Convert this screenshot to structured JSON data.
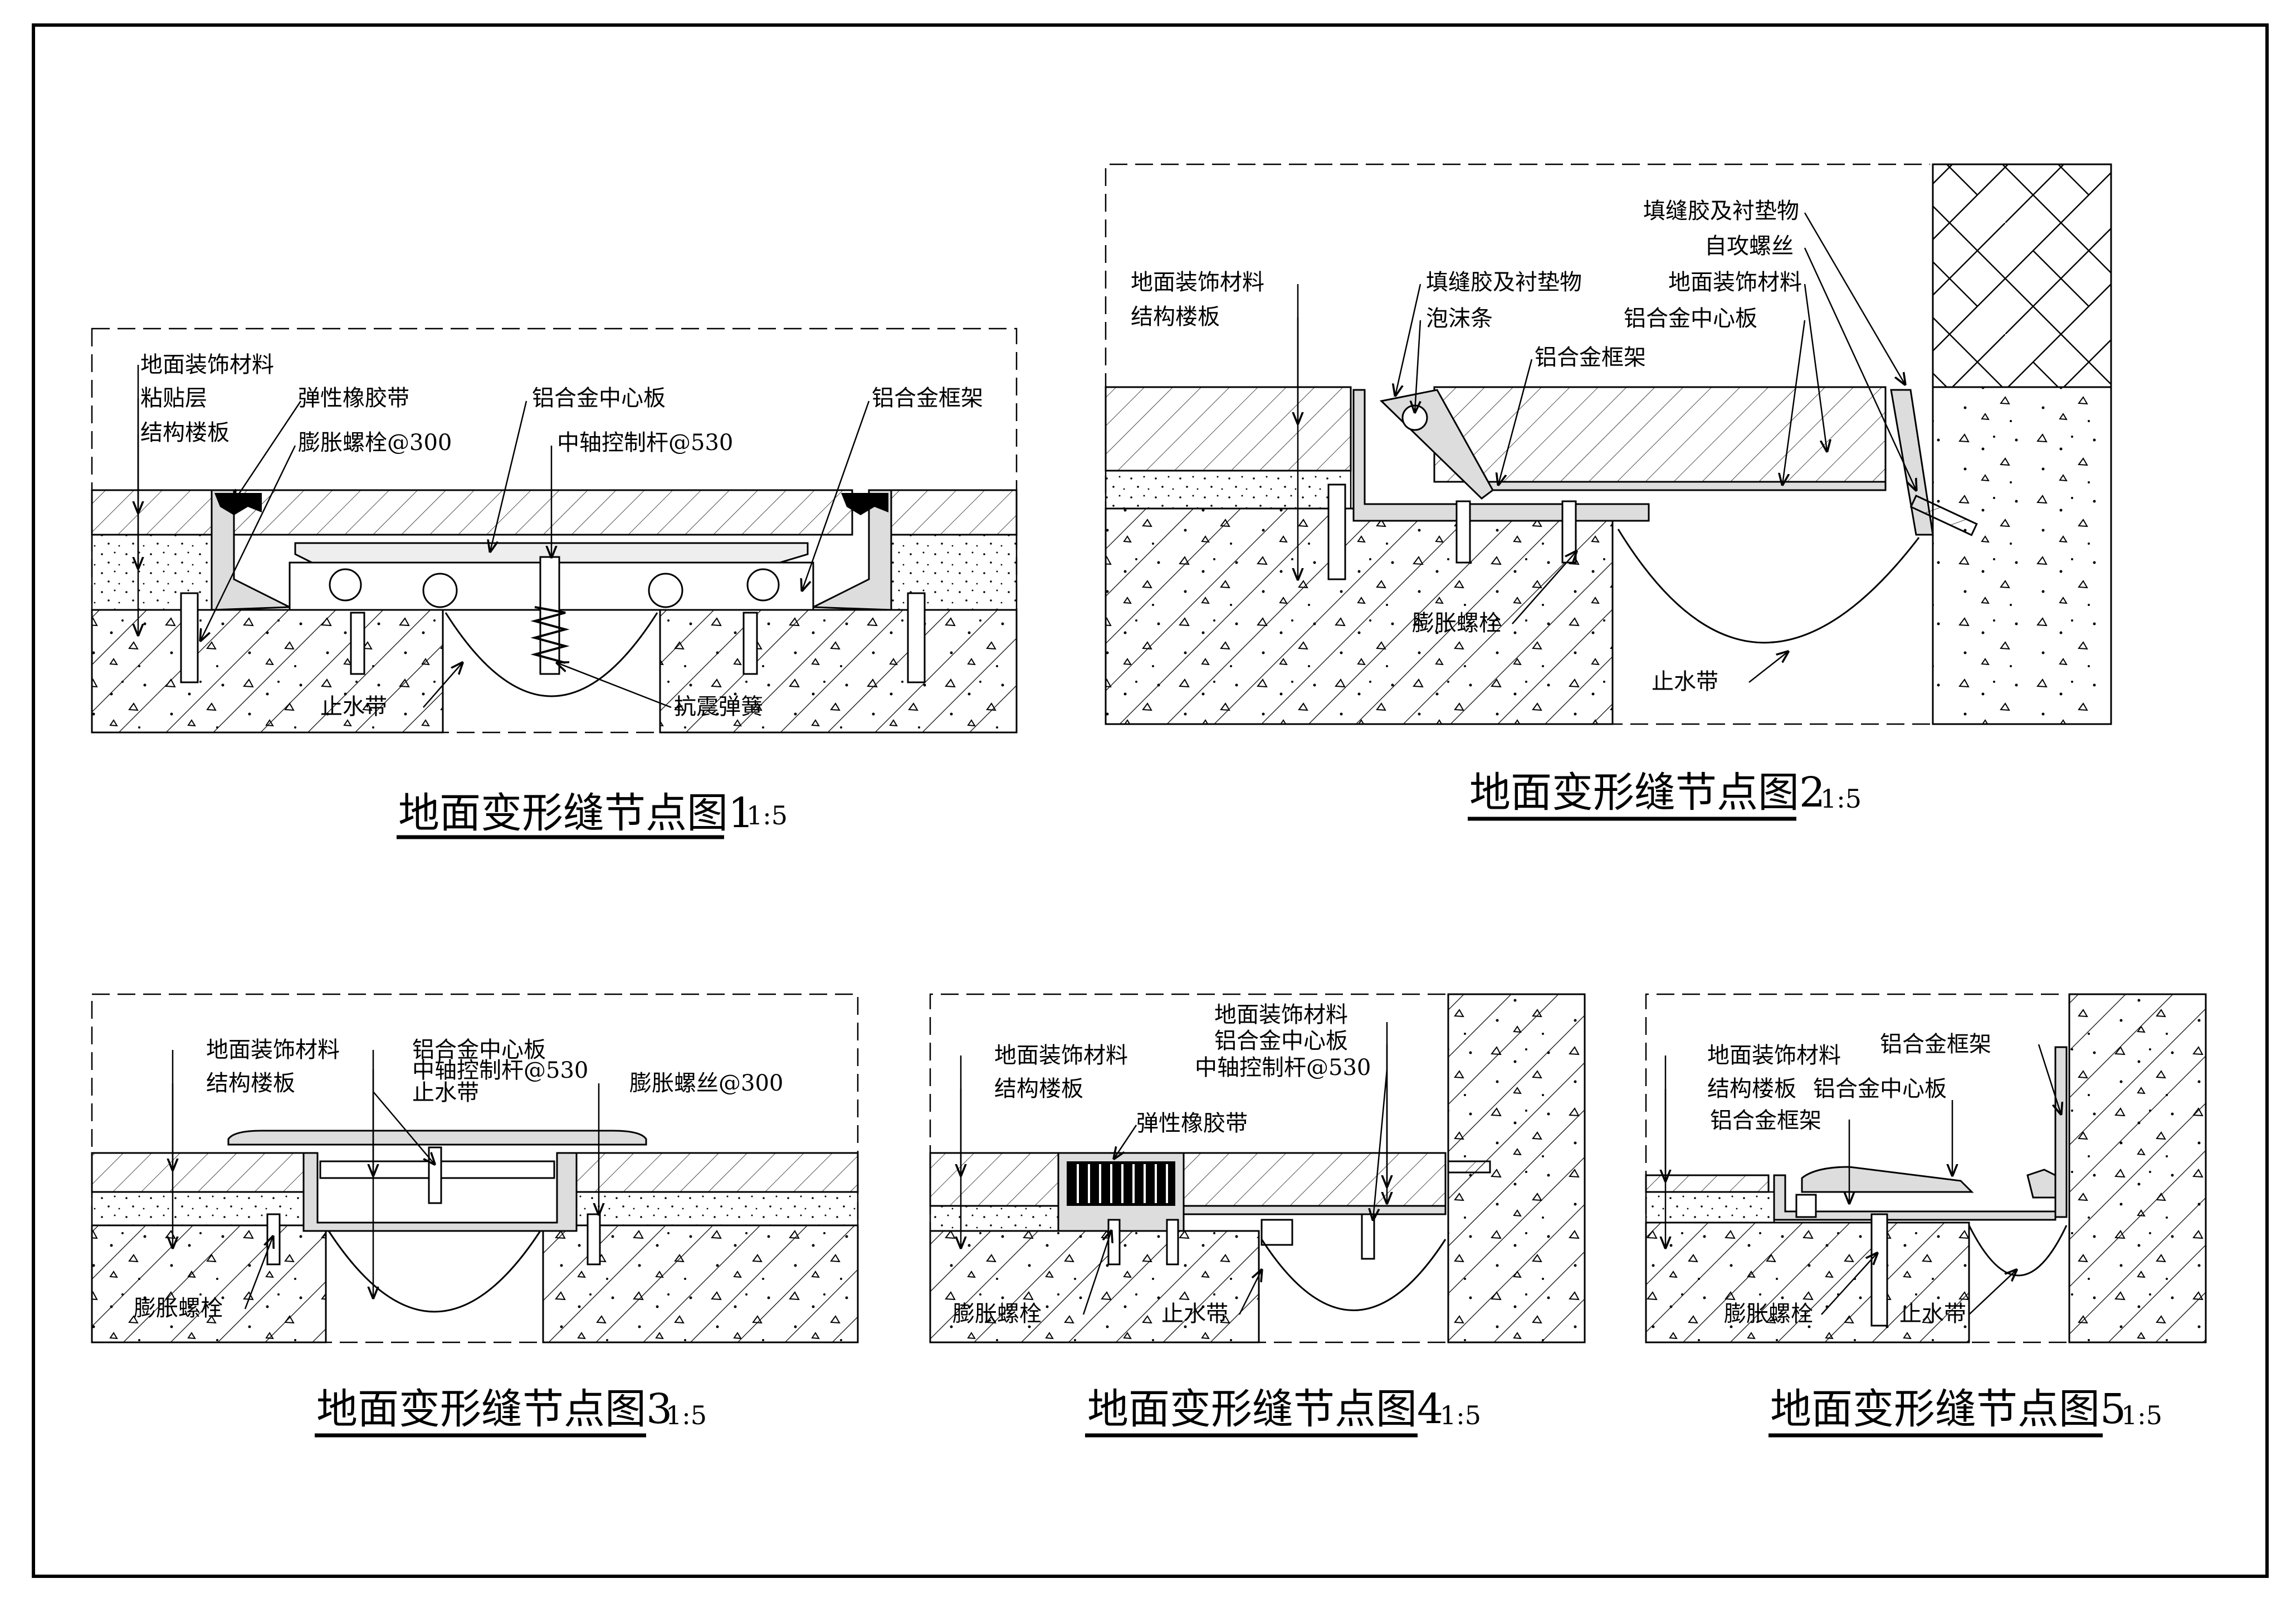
{
  "details": [
    {
      "title": "地面变形缝节点图1",
      "scale": "1:5",
      "labels": {
        "floor_finish": "地面装饰材料",
        "adhesive": "粘贴层",
        "slab": "结构楼板",
        "rubber": "弹性橡胶带",
        "bolt": "膨胀螺栓@300",
        "center_plate": "铝合金中心板",
        "pivot_rod": "中轴控制杆@530",
        "frame": "铝合金框架",
        "waterstop": "止水带",
        "spring": "抗震弹簧"
      }
    },
    {
      "title": "地面变形缝节点图2",
      "scale": "1:5",
      "labels": {
        "floor_finish_l": "地面装饰材料",
        "slab": "结构楼板",
        "sealant_l": "填缝胶及衬垫物",
        "foam": "泡沫条",
        "frame": "铝合金框架",
        "sealant_r": "填缝胶及衬垫物",
        "screw": "自攻螺丝",
        "floor_finish_r": "地面装饰材料",
        "center_plate": "铝合金中心板",
        "bolt": "膨胀螺栓",
        "waterstop": "止水带"
      }
    },
    {
      "title": "地面变形缝节点图3",
      "scale": "1:5",
      "labels": {
        "floor_finish": "地面装饰材料",
        "slab": "结构楼板",
        "center_plate": "铝合金中心板",
        "pivot_rod": "中轴控制杆@530",
        "waterstop": "止水带",
        "screw": "膨胀螺丝@300",
        "bolt": "膨胀螺栓"
      }
    },
    {
      "title": "地面变形缝节点图4",
      "scale": "1:5",
      "labels": {
        "floor_finish": "地面装饰材料",
        "slab": "结构楼板",
        "rubber": "弹性橡胶带",
        "floor_finish_r": "地面装饰材料",
        "center_plate": "铝合金中心板",
        "pivot_rod": "中轴控制杆@530",
        "bolt": "膨胀螺栓",
        "waterstop": "止水带"
      }
    },
    {
      "title": "地面变形缝节点图5",
      "scale": "1:5",
      "labels": {
        "floor_finish": "地面装饰材料",
        "slab": "结构楼板",
        "frame_top": "铝合金框架",
        "center_plate": "铝合金中心板",
        "frame": "铝合金框架",
        "bolt": "膨胀螺栓",
        "waterstop": "止水带"
      }
    }
  ],
  "colors": {
    "line": "#000000",
    "paper": "#ffffff",
    "profile": "#dcdcdc"
  }
}
